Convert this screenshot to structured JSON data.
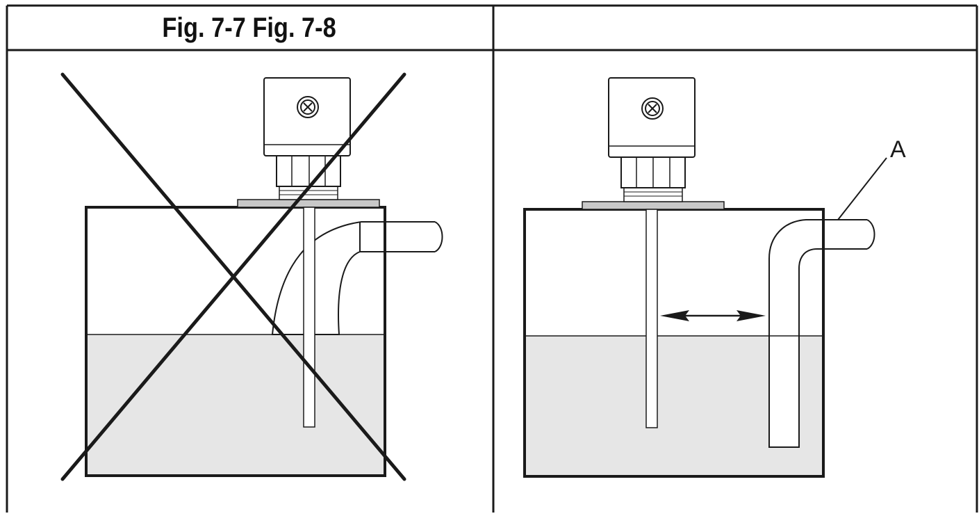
{
  "table": {
    "header_left": "Fig. 7-7 Fig. 7-8",
    "header_right": ""
  },
  "figures": {
    "left": {
      "description_state": "incorrect installation",
      "crossed_out": true
    },
    "right": {
      "description_state": "correct installation",
      "callout_label": "A"
    }
  },
  "colors": {
    "line": "#1a1a1a",
    "liquid": "#e6e6e6",
    "flange": "#c8c8c8",
    "background": "#ffffff"
  }
}
